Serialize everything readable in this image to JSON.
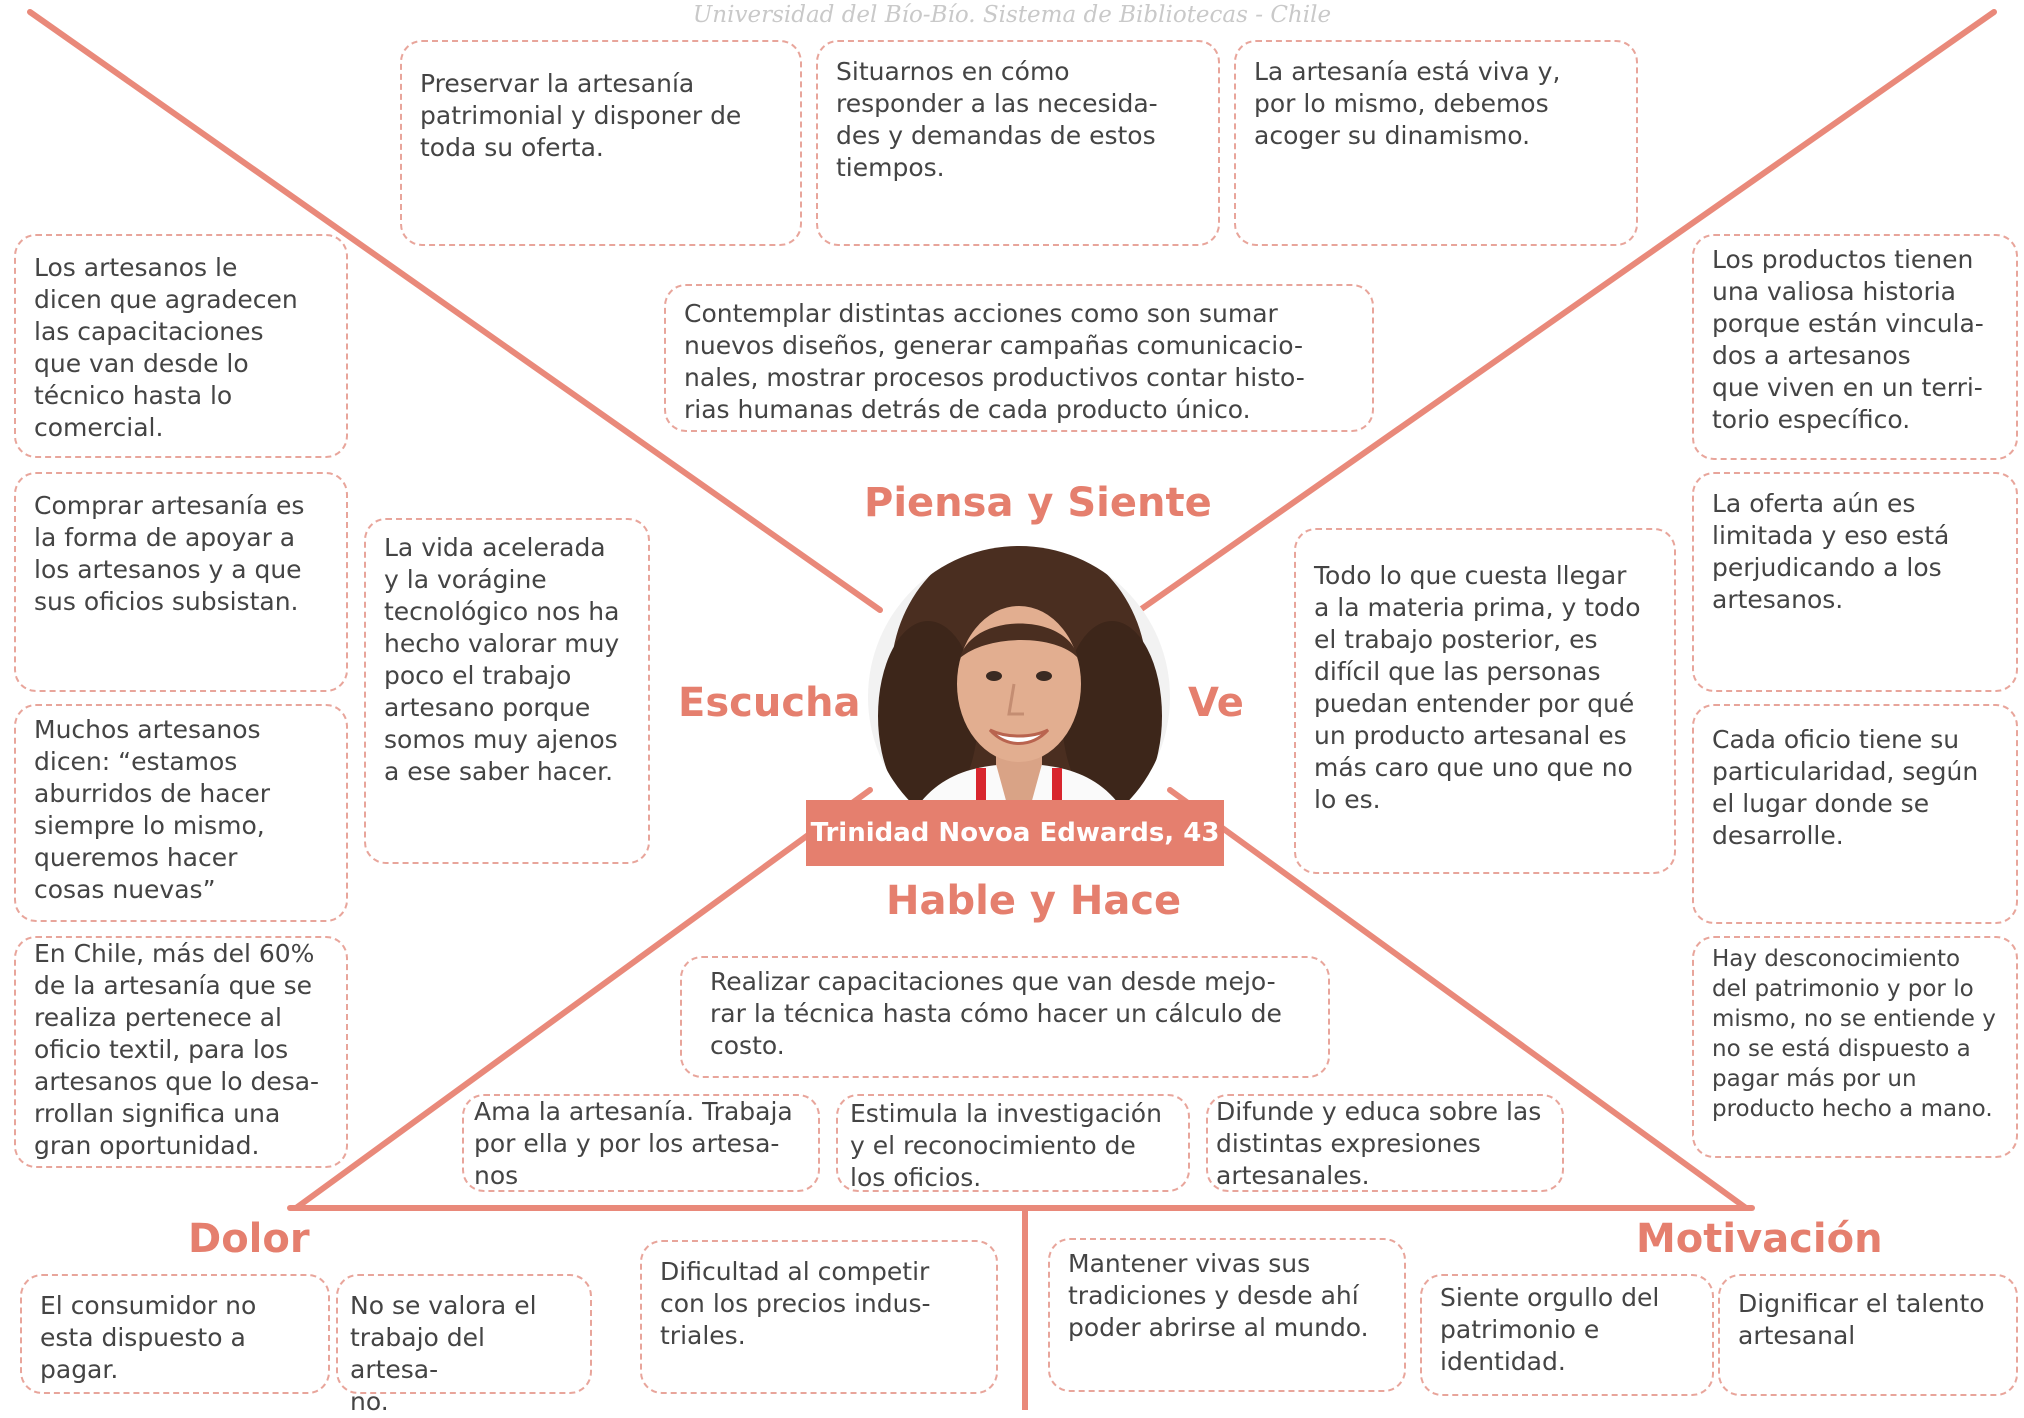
{
  "watermark": "Universidad del Bío-Bío. Sistema de Bibliotecas - Chile",
  "colors": {
    "accent": "#e57f6e",
    "border": "#e8a59b",
    "text": "#444444"
  },
  "person": {
    "name": "Trinidad Novoa Edwards, 43"
  },
  "headings": {
    "piensa": "Piensa y Siente",
    "escucha": "Escucha",
    "ve": "Ve",
    "hable": "Hable y Hace",
    "dolor": "Dolor",
    "motivacion": "Motivación"
  },
  "piensa_notes": [
    "Preservar la artesanía\npatrimonial y disponer de\ntoda su oferta.",
    "Situarnos en cómo\nresponder a las necesida-\ndes y demandas de estos\ntiempos.",
    "La artesanía está viva y,\npor lo mismo, debemos\nacoger su dinamismo.",
    "Contemplar distintas acciones como son sumar\nnuevos diseños, generar campañas comunicacio-\nnales, mostrar procesos productivos contar histo-\nrias humanas detrás de cada producto único."
  ],
  "escucha_notes": [
    "Los artesanos le\ndicen que agradecen\nlas capacitaciones\nque van desde lo\ntécnico hasta lo\ncomercial.",
    "Comprar artesanía es\nla forma de apoyar a\nlos artesanos y a que\nsus oficios subsistan.",
    "Muchos artesanos\ndicen: “estamos\naburridos de hacer\nsiempre lo mismo,\nqueremos hacer\ncosas nuevas”",
    "En Chile, más del 60%\nde la artesanía que se\nrealiza pertenece al\noficio textil, para los\nartesanos que lo desa-\nrrollan significa una\ngran oportunidad.",
    "La vida acelerada\ny la vorágine\ntecnológico nos ha\nhecho valorar muy\npoco el trabajo\nartesano porque\nsomos muy ajenos\na ese saber hacer."
  ],
  "ve_notes": [
    "Los productos tienen\nuna valiosa historia\nporque están vincula-\ndos a artesanos\nque viven en un terri-\ntorio específico.",
    "La oferta aún es\nlimitada y eso está\nperjudicando a los\nartesanos.",
    "Cada oficio tiene su\nparticularidad, según\nel lugar donde se\ndesarrolle.",
    "Hay desconocimiento\ndel patrimonio y por lo\nmismo, no se entiende y\nno se está dispuesto a\npagar más por un\nproducto hecho a mano.",
    "Todo lo que cuesta llegar\na la materia prima, y todo\nel trabajo posterior, es\ndifícil que las personas\npuedan entender por qué\nun producto artesanal es\nmás caro que uno que no\nlo es."
  ],
  "hace_notes": [
    "Realizar capacitaciones que van desde mejo-\nrar la técnica hasta cómo hacer un cálculo de\ncosto.",
    "Ama la artesanía. Trabaja\npor ella y por los artesa-\nnos",
    "Estimula la investigación\ny el reconocimiento de\nlos oficios.",
    "Difunde y educa sobre las\ndistintas expresiones\nartesanales."
  ],
  "dolor_notes": [
    "El consumidor no\nesta dispuesto a\npagar.",
    "No se valora el\ntrabajo del artesa-\nno.",
    "Dificultad al competir\ncon los precios indus-\ntriales."
  ],
  "motivacion_notes": [
    "Mantener vivas sus\ntradiciones y desde ahí\npoder abrirse al mundo.",
    "Siente orgullo del\npatrimonio e\nidentidad.",
    "Dignificar el talento\nartesanal"
  ]
}
